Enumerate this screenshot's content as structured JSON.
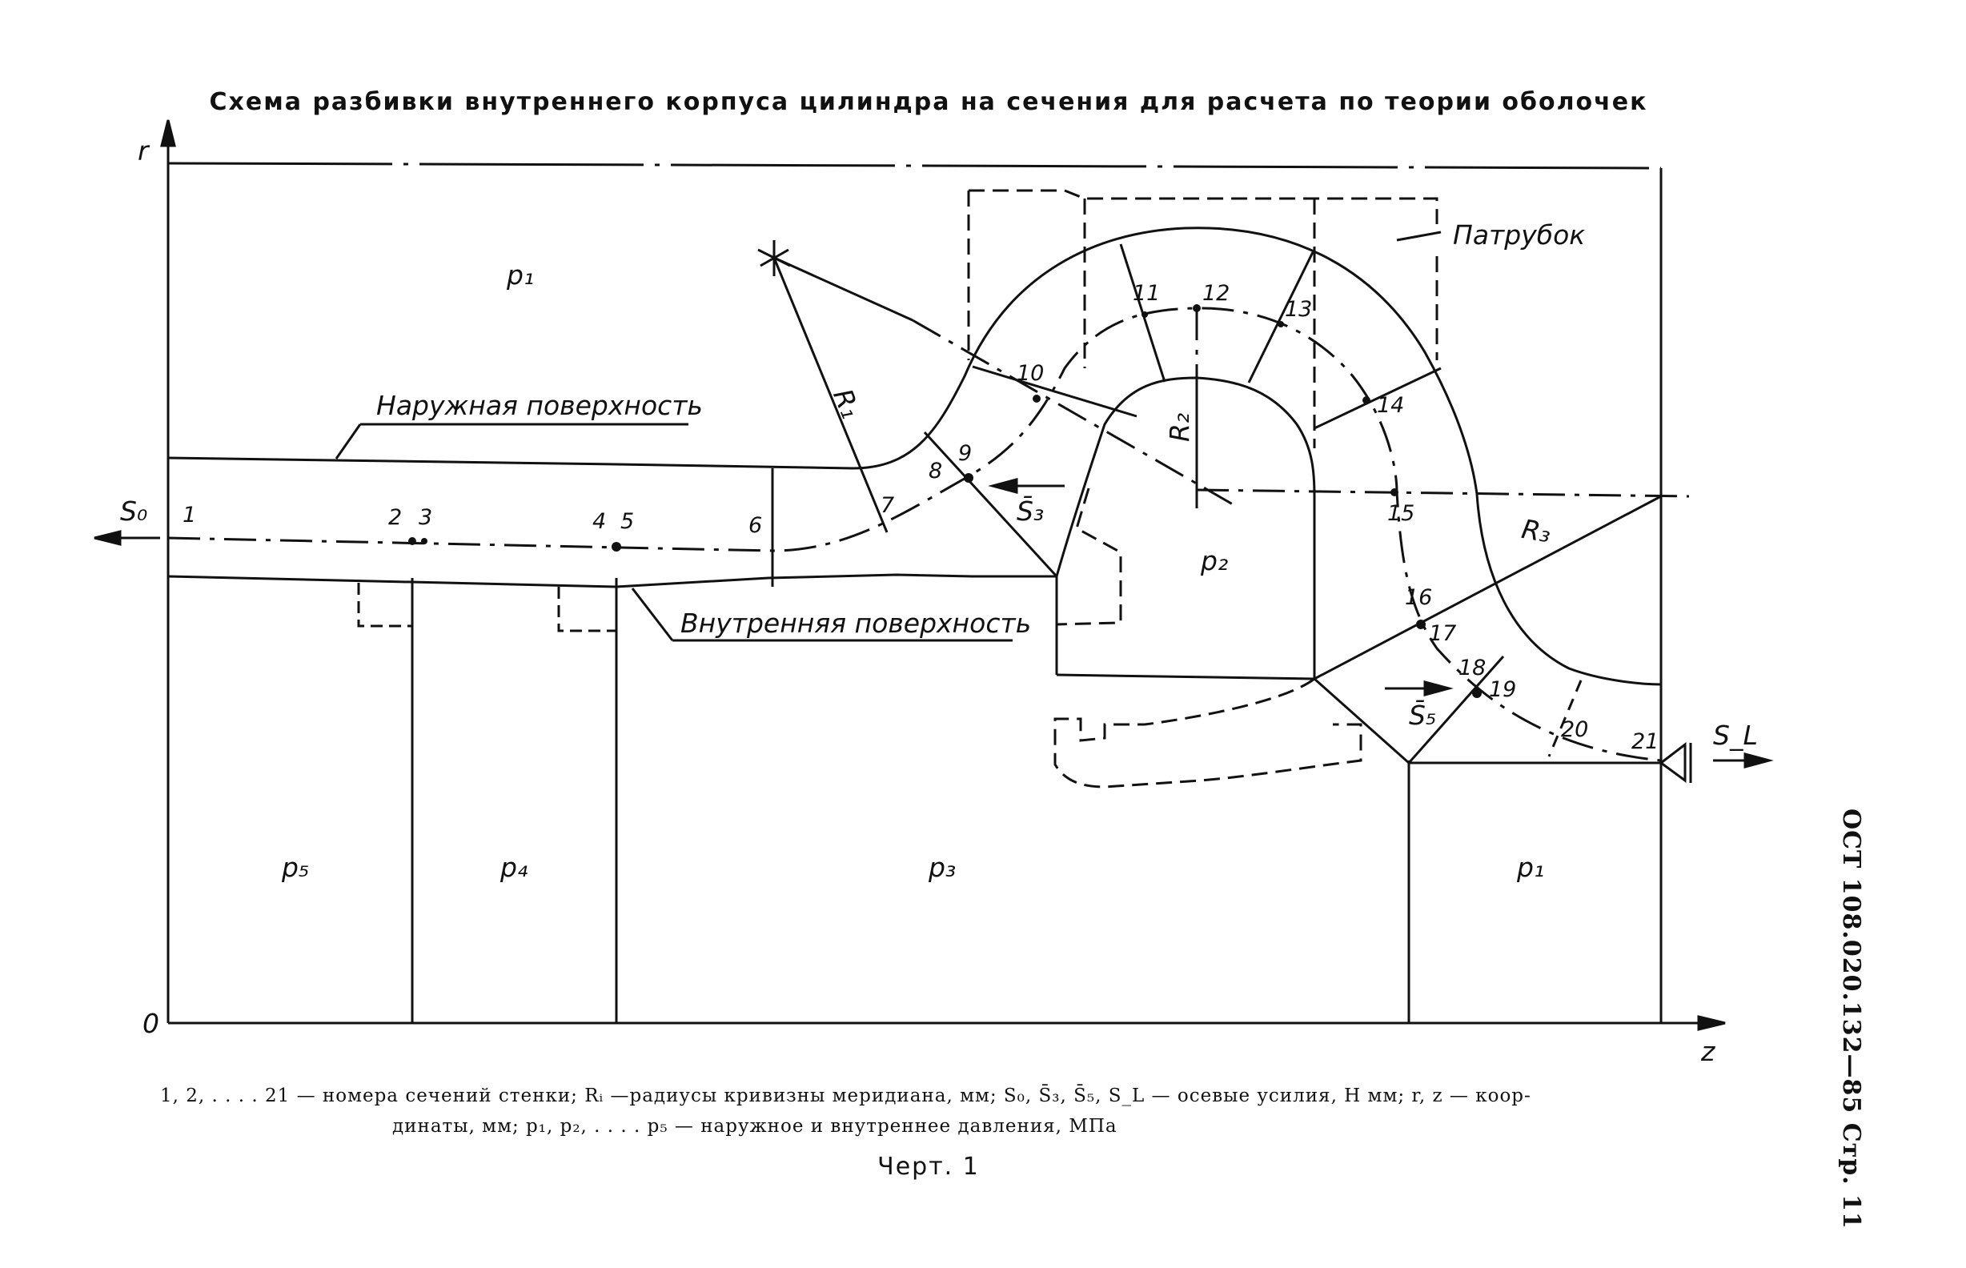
{
  "title": "Схема разбивки внутреннего корпуса цилиндра на сечения для расчета по теории оболочек",
  "axes": {
    "r": "r",
    "z": "z",
    "origin": "0"
  },
  "labels": {
    "outer_surface": "Наружная поверхность",
    "inner_surface": "Внутренняя поверхность",
    "nozzle": "Патрубок",
    "R1": "R₁",
    "R2": "R₂",
    "R3": "R₃",
    "S0": "S₀",
    "S3": "S̄₃",
    "S5": "S̄₅",
    "SL": "S_L"
  },
  "pressures": {
    "p1_top": "p₁",
    "p2": "p₂",
    "p5": "p₅",
    "p4": "p₄",
    "p3": "p₃",
    "p1_bottom": "p₁"
  },
  "sections": [
    "1",
    "2",
    "3",
    "4",
    "5",
    "6",
    "7",
    "8",
    "9",
    "10",
    "11",
    "12",
    "13",
    "14",
    "15",
    "16",
    "17",
    "18",
    "19",
    "20",
    "21"
  ],
  "caption": {
    "line1": "1, 2, . . . . 21 — номера сечений стенки; Rᵢ —радиусы кривизны меридиана, мм; S₀, S̄₃, S̄₅, S_L — осевые усилия, Н мм; r, z — коор-",
    "line2": "динаты, мм; p₁, p₂, . . . . p₅ — наружное и внутреннее давления, МПа"
  },
  "figure_label": "Черт. 1",
  "side_stamp": "ОСТ 108.020.132—85 Стр. 11"
}
